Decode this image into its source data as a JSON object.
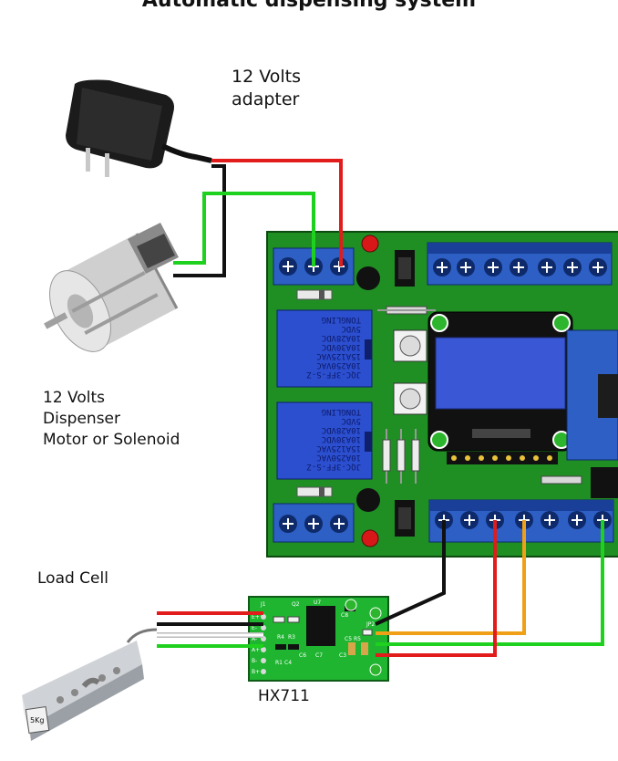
{
  "title": "Automatic dispensing system",
  "labels": {
    "adapter": "12 Volts\nadapter",
    "motor": "12 Volts\nDispenser\nMotor or Solenoid",
    "load_cell": "Load Cell",
    "hx711": "HX711"
  },
  "relay_text": {
    "top": [
      "JQC-3FF-S-Z",
      "10A250VAC",
      "15A125VAC",
      "10A30VDC",
      "10A28VDC",
      "5VDC",
      "TONGLING"
    ],
    "bottom": [
      "JQC-3FF-S-Z",
      "10A250VAC",
      "15A125VAC",
      "10A30VDC",
      "10A28VDC",
      "5VDC",
      "TONGLING"
    ]
  },
  "hx711_pins_left": [
    "E+",
    "E-",
    "A-",
    "A+",
    "B-",
    "B+"
  ],
  "hx711_silkscreen": [
    "J1",
    "Q2",
    "U7",
    "C5",
    "R5",
    "R4",
    "C8",
    "JP2",
    "R3",
    "R1",
    "C4",
    "C6",
    "C7",
    "C3"
  ],
  "load_cell_marking": "5Kg",
  "colors": {
    "board": "#1f8f24",
    "relay": "#2b4fcf",
    "terminal": "#2d5fc4",
    "screen": "#3a57d6",
    "wire_red": "#e21b1b",
    "wire_black": "#111111",
    "wire_green": "#1fd11f",
    "wire_orange": "#f0a016",
    "hx711_board": "#1fb531"
  }
}
